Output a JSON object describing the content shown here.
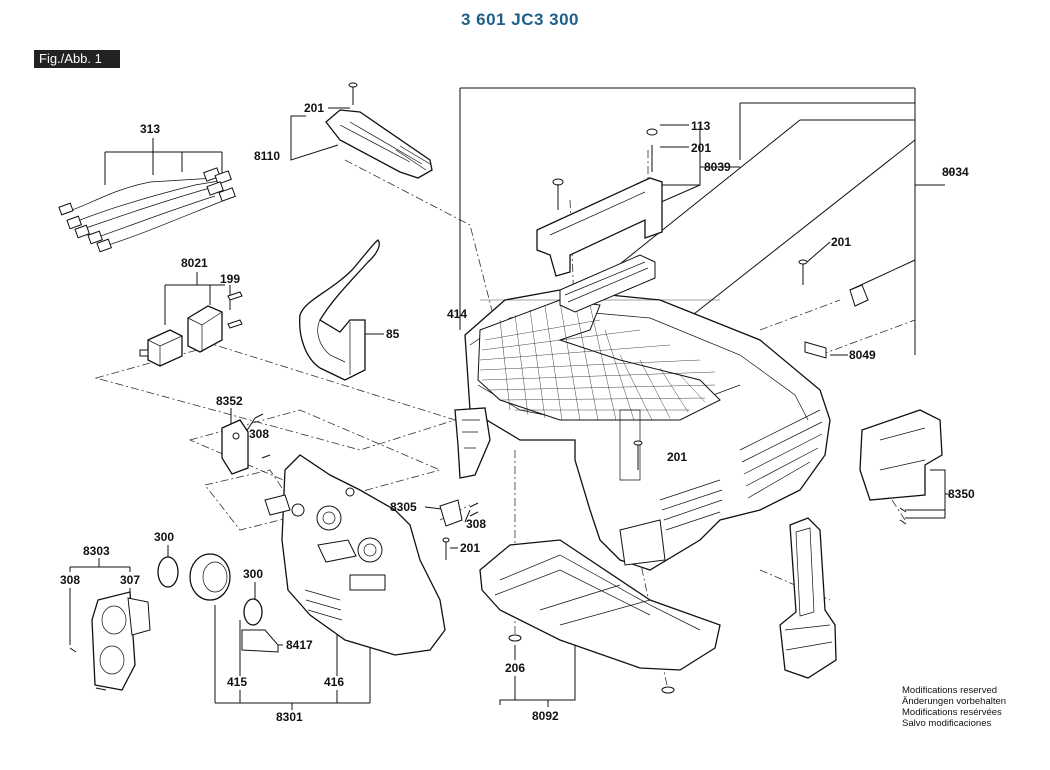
{
  "header": {
    "title": "3 601 JC3 300",
    "figure_tag": "Fig./Abb. 1"
  },
  "notes": [
    "Modifications reserved",
    "Änderungen vorbehalten",
    "Modifications resérvées",
    "Salvo modificaciones"
  ],
  "part_labels": {
    "p313": "313",
    "p8021": "8021",
    "p199": "199",
    "p201a": "201",
    "p8110": "8110",
    "p85": "85",
    "p414": "414",
    "p113": "113",
    "p201b": "201",
    "p8039": "8039",
    "p8034": "8034",
    "p201c": "201",
    "p8049": "8049",
    "p8352": "8352",
    "p308a": "308",
    "p201d": "201",
    "p8305": "8305",
    "p308b": "308",
    "p201e": "201",
    "p8350": "8350",
    "p8303": "8303",
    "p300a": "300",
    "p308c": "308",
    "p307": "307",
    "p300b": "300",
    "p8417": "8417",
    "p415": "415",
    "p416": "416",
    "p8301": "8301",
    "p206": "206",
    "p8092": "8092"
  }
}
